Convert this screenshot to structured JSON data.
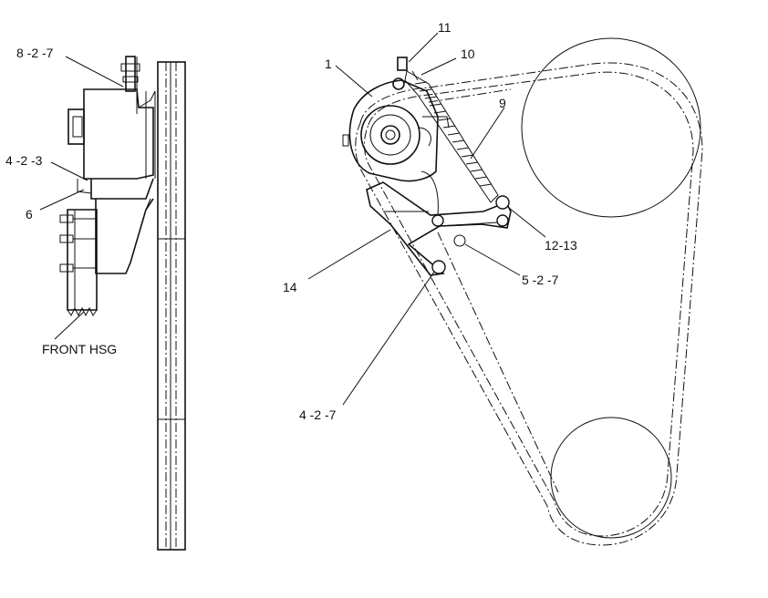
{
  "callouts": {
    "c_8_2_7": "8 -2 -7",
    "c_4_2_3": "4 -2 -3",
    "c_6": "6",
    "c_front_hsg": "FRONT HSG",
    "c_1": "1",
    "c_11": "11",
    "c_10": "10",
    "c_9": "9",
    "c_12_13": "12-13",
    "c_14": "14",
    "c_5_2_7": "5 -2 -7",
    "c_4_2_7": "4 -2 -7"
  }
}
